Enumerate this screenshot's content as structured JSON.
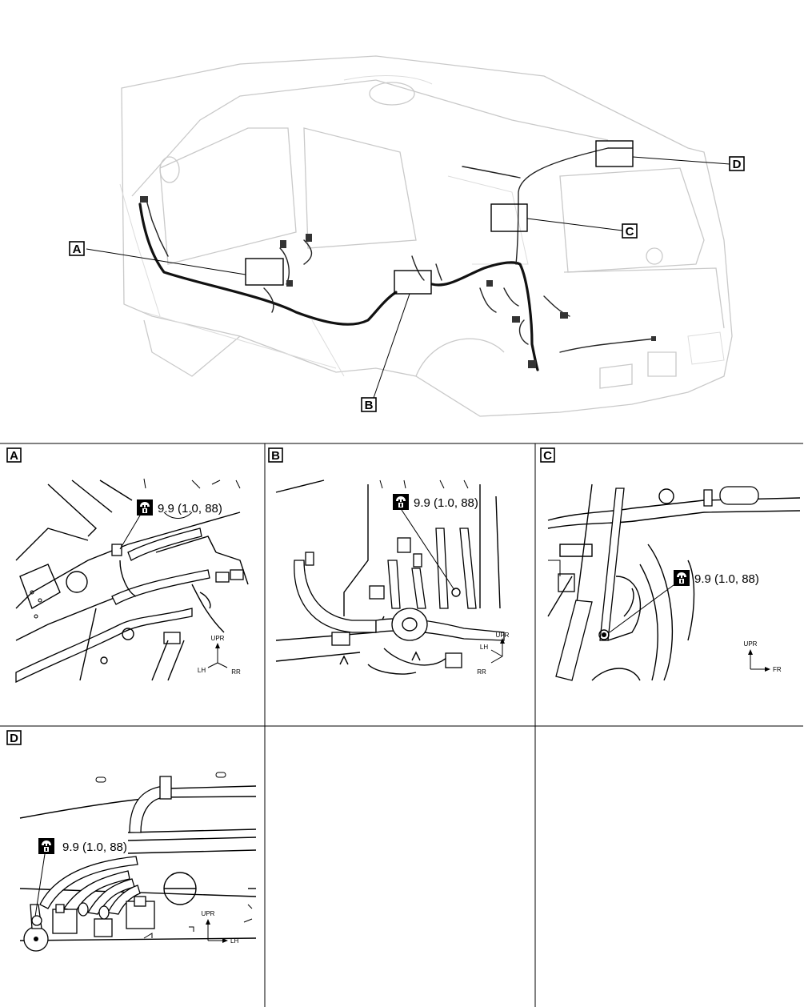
{
  "callouts": {
    "a": "A",
    "b": "B",
    "c": "C",
    "d": "D"
  },
  "panels": [
    {
      "label": "A",
      "torque": "9.9 (1.0, 88)",
      "axes": {
        "up": "UPR",
        "left": "LH",
        "right": "RR"
      }
    },
    {
      "label": "B",
      "torque": "9.9 (1.0, 88)",
      "axes": {
        "up": "UPR",
        "left": "LH",
        "right": "RR"
      }
    },
    {
      "label": "C",
      "torque": "9.9 (1.0, 88)",
      "axes": {
        "up": "UPR",
        "right": "FR"
      }
    },
    {
      "label": "D",
      "torque": "9.9 (1.0, 88)",
      "axes": {
        "up": "UPR",
        "right": "LH"
      }
    }
  ],
  "icons": {
    "torque": "torque-wrench-icon"
  }
}
